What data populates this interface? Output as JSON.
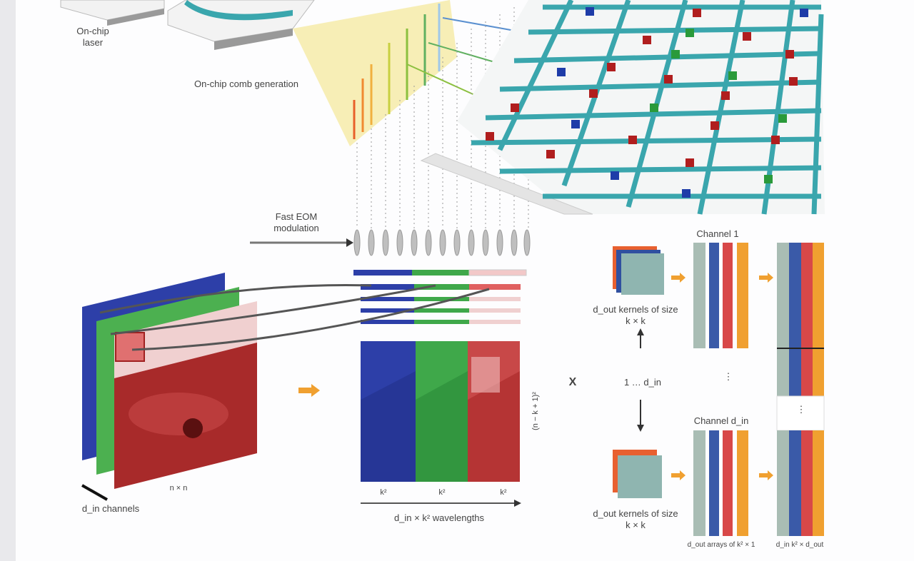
{
  "labels": {
    "laser": "On-chip laser",
    "comb": "On-chip comb generation",
    "modulation": "Fast EOM modulation",
    "channels": "d_in channels",
    "image_size": "n × n",
    "k2_a": "k²",
    "k2_b": "k²",
    "k2_c": "k²",
    "wavelengths": "d_in × k² wavelengths",
    "rows": "(n − k + 1)²",
    "multiply": "X",
    "range": "1 … d_in",
    "kernels_top": "d_out kernels of size k × k",
    "kernels_bottom": "d_out kernels of size k × k",
    "channel_1": "Channel 1",
    "channel_din": "Channel d_in",
    "arrays": "d_out arrays of k² × 1",
    "result": "d_in k² × d_out",
    "dots_a": "⋮",
    "dots_b": "⋮"
  },
  "colors": {
    "teal": "#3aa6ad",
    "blue": "#2d3fa8",
    "green": "#3fa84a",
    "red": "#b83232",
    "orange": "#f0a030",
    "gray": "#a9bdb4",
    "yellow": "#f3e27a"
  }
}
